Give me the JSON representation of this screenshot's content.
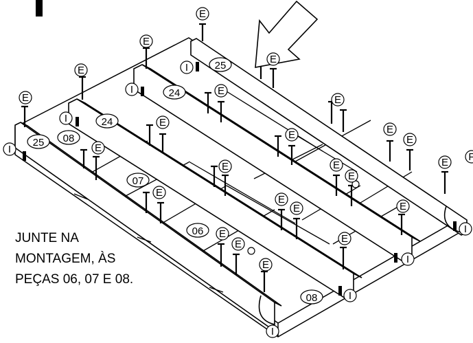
{
  "labels": {
    "screw": "E",
    "dowel": "I",
    "partial": "F",
    "part_25": "25",
    "part_24": "24",
    "part_08": "08",
    "part_07": "07",
    "part_06": "06"
  },
  "note_lines": [
    "JUNTE NA",
    "MONTAGEM, ÀS",
    "PEÇAS 06, 07 E 08."
  ]
}
